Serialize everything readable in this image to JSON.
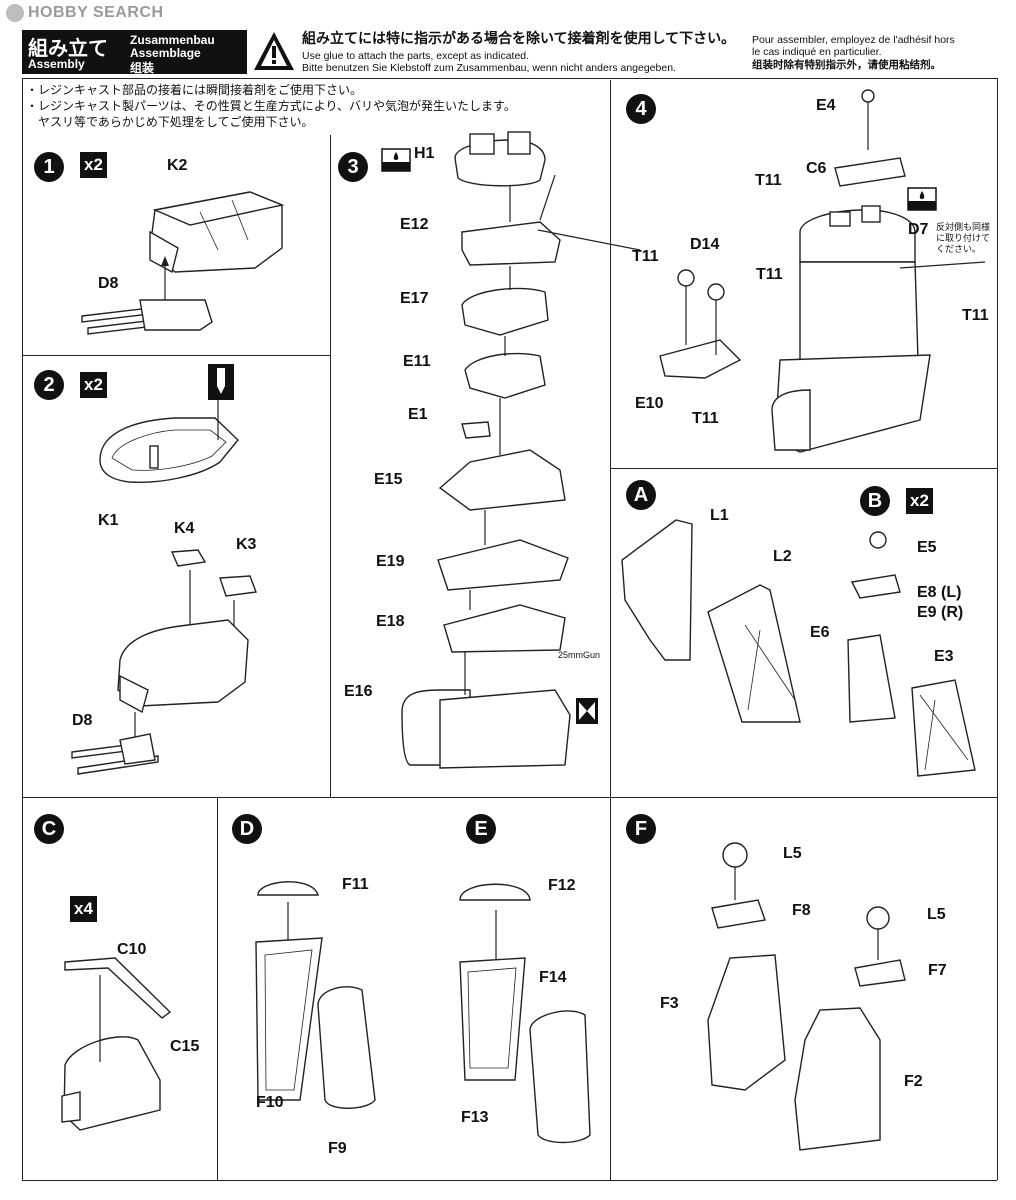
{
  "watermark": "HOBBY SEARCH",
  "header": {
    "title_jp": "組み立て",
    "title_en": "Assembly",
    "title_de": "Zusammenbau",
    "title_fr": "Assemblage",
    "title_cn": "组装",
    "warning_jp": "組み立てには特に指示がある場合を除いて接着剤を使用して下さい。",
    "warning_en": "Use glue to attach the parts, except as indicated.",
    "warning_de": "Bitte benutzen Sie Klebstoff zum Zusammenbau, wenn nicht anders angegeben.",
    "warning_fr1": "Pour assembler, employez de l'adhésif hors",
    "warning_fr2": "le cas indiqué en particulier.",
    "warning_cn": "组装时除有特别指示外，请使用粘结剂。"
  },
  "notes": [
    "・レジンキャスト部品の接着には瞬間接着剤をご使用下さい。",
    "・レジンキャスト製パーツは、その性質と生産方式により、バリや気泡が発生いたします。",
    "　ヤスリ等であらかじめ下処理をしてご使用下さい。"
  ],
  "steps": {
    "s1": {
      "num": "1",
      "qty": "x2",
      "labels": [
        "K2",
        "D8"
      ]
    },
    "s2": {
      "num": "2",
      "qty": "x2",
      "labels": [
        "K1",
        "K4",
        "K3",
        "D8"
      ]
    },
    "s3": {
      "num": "3",
      "labels": [
        "H1",
        "E12",
        "E17",
        "E11",
        "E1",
        "E15",
        "E19",
        "E18",
        "E16"
      ],
      "gun_note": "25mmGun"
    },
    "s4": {
      "num": "4",
      "labels": [
        "E4",
        "C6",
        "T11",
        "D14",
        "T11",
        "T11",
        "D7",
        "T11",
        "E10",
        "T11"
      ],
      "note": [
        "反対側も同様",
        "に取り付けて",
        "ください。"
      ]
    },
    "sA": {
      "num": "A",
      "labels": [
        "L1",
        "L2"
      ]
    },
    "sB": {
      "num": "B",
      "qty": "x2",
      "labels": [
        "E5",
        "E8 (L)",
        "E9 (R)",
        "E6",
        "E3"
      ]
    },
    "sC": {
      "num": "C",
      "qty": "x4",
      "labels": [
        "C10",
        "C15"
      ]
    },
    "sD": {
      "num": "D",
      "labels": [
        "F11",
        "F10",
        "F9"
      ]
    },
    "sE": {
      "num": "E",
      "labels": [
        "F12",
        "F14",
        "F13"
      ]
    },
    "sF": {
      "num": "F",
      "labels": [
        "L5",
        "F8",
        "L5",
        "F7",
        "F3",
        "F2"
      ]
    }
  }
}
